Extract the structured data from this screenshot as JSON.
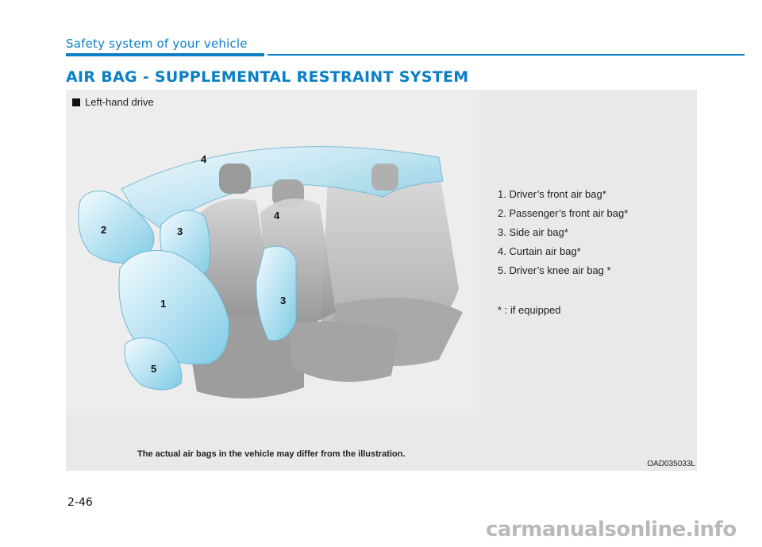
{
  "header": {
    "section": "Safety system of your vehicle",
    "title": "AIR BAG - SUPPLEMENTAL RESTRAINT SYSTEM",
    "accent_color": "#0a7fc6"
  },
  "figure": {
    "drive_label": "Left-hand drive",
    "bubble_labels": {
      "n1": "1",
      "n2": "2",
      "n3a": "3",
      "n3b": "3",
      "n4a": "4",
      "n4b": "4",
      "n5": "5"
    },
    "legend": [
      "1. Driver’s front air bag*",
      "2. Passenger’s front air bag*",
      "3. Side air bag*",
      "4. Curtain air bag*",
      "5. Driver’s knee air bag *"
    ],
    "footnote": "* : if equipped",
    "caption": "The actual air bags in the vehicle may differ from the illustration.",
    "code": "OAD035033L"
  },
  "footer": {
    "page_number": "2-46",
    "watermark": "carmanualsonline.info"
  }
}
